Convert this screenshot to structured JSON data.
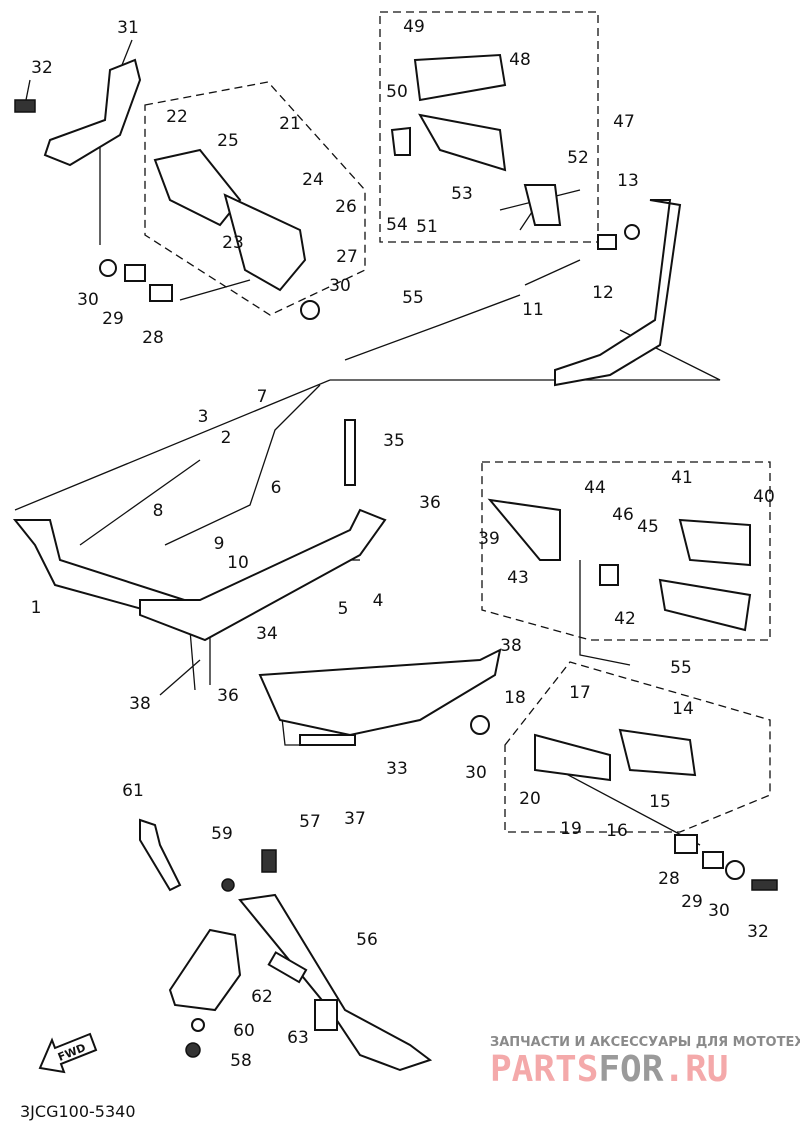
{
  "diagram_code": "3JCG100-5340",
  "fwd_label": "FWD",
  "watermark": {
    "tagline": "ЗАПЧАСТИ И АКСЕССУАРЫ ДЛЯ МОТОТЕХНИКИ",
    "brand_a": "PARTS",
    "brand_b": "FOR",
    "brand_c": ".RU",
    "color_red": "#f4a9aa",
    "color_gray": "#9a9a9a"
  },
  "callouts": [
    "31",
    "32",
    "22",
    "21",
    "25",
    "24",
    "26",
    "23",
    "27",
    "30",
    "29",
    "28",
    "30",
    "49",
    "48",
    "50",
    "47",
    "52",
    "53",
    "54",
    "51",
    "13",
    "55",
    "11",
    "12",
    "7",
    "3",
    "2",
    "35",
    "36",
    "6",
    "8",
    "9",
    "10",
    "41",
    "40",
    "44",
    "46",
    "45",
    "39",
    "43",
    "42",
    "5",
    "4",
    "34",
    "1",
    "38",
    "55",
    "38",
    "36",
    "18",
    "17",
    "14",
    "30",
    "33",
    "37",
    "20",
    "19",
    "16",
    "15",
    "28",
    "29",
    "30",
    "32",
    "61",
    "59",
    "57",
    "56",
    "62",
    "60",
    "63",
    "58"
  ]
}
